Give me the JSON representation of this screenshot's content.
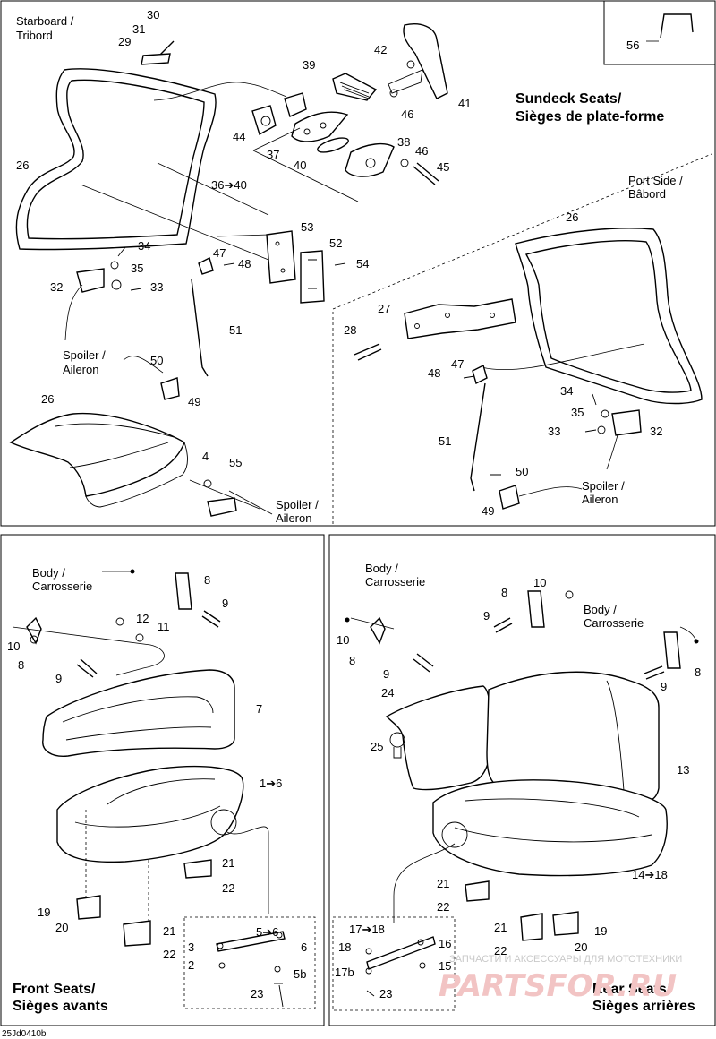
{
  "panels": {
    "sundeck": {
      "title_line1": "Sundeck Seats/",
      "title_line2": "Sièges de plate-forme",
      "starboard_line1": "Starboard /",
      "starboard_line2": "Tribord",
      "port_line1": "Port Side /",
      "port_line2": "Bâbord",
      "spoiler_line1": "Spoiler /",
      "spoiler_line2": "Aileron"
    },
    "front": {
      "title_line1": "Front Seats/",
      "title_line2": "Sièges avants",
      "body_line1": "Body /",
      "body_line2": "Carrosserie"
    },
    "rear": {
      "title_line1": "Rear Seats/",
      "title_line2": "Sièges arrières",
      "body_line1": "Body /",
      "body_line2": "Carrosserie"
    }
  },
  "callouts": {
    "c30": "30",
    "c31": "31",
    "c29": "29",
    "c42": "42",
    "c39": "39",
    "c41": "41",
    "c44": "44",
    "c46a": "46",
    "c46b": "46",
    "c37": "37",
    "c38": "38",
    "c40": "40",
    "c45": "45",
    "c26a": "26",
    "c36_40": "36➔40",
    "c53": "53",
    "c52": "52",
    "c54": "54",
    "c34a": "34",
    "c47a": "47",
    "c48a": "48",
    "c35a": "35",
    "c32a": "32",
    "c33a": "33",
    "c51a": "51",
    "c50a": "50",
    "c49a": "49",
    "c26b": "26",
    "c4": "4",
    "c55": "55",
    "c56": "56",
    "c26c": "26",
    "c27": "27",
    "c28": "28",
    "c47b": "47",
    "c48b": "48",
    "c34b": "34",
    "c35b": "35",
    "c33b": "33",
    "c32b": "32",
    "c51b": "51",
    "c50b": "50",
    "c49b": "49",
    "f8a": "8",
    "f9a": "9",
    "f12": "12",
    "f11": "11",
    "f10": "10",
    "f8b": "8",
    "f9b": "9",
    "f7": "7",
    "f1_6": "1➔6",
    "f21a": "21",
    "f22a": "22",
    "f19": "19",
    "f20": "20",
    "f21b": "21",
    "f22b": "22",
    "f5_6": "5➔6",
    "f3": "3",
    "f6": "6",
    "f2": "2",
    "f5b": "5b",
    "f23": "23",
    "r10a": "10",
    "r8a": "8",
    "r9a": "9",
    "r8b": "8",
    "r9b": "9",
    "r10b": "10",
    "r8c": "8",
    "r9c": "9",
    "r24": "24",
    "r25": "25",
    "r13": "13",
    "r14_18": "14➔18",
    "r21a": "21",
    "r22a": "22",
    "r17_18": "17➔18",
    "r18": "18",
    "r16": "16",
    "r17b": "17b",
    "r15": "15",
    "r23": "23",
    "r21b": "21",
    "r22b": "22",
    "r19": "19",
    "r20": "20"
  },
  "figure_code": "25Jd0410b",
  "watermark": {
    "line1": "ЗАПЧАСТИ И АКСЕССУАРЫ ДЛЯ МОТОТЕХНИКИ",
    "logo_text": "PARTSFOR.RU",
    "color": "#f2c4c4"
  }
}
